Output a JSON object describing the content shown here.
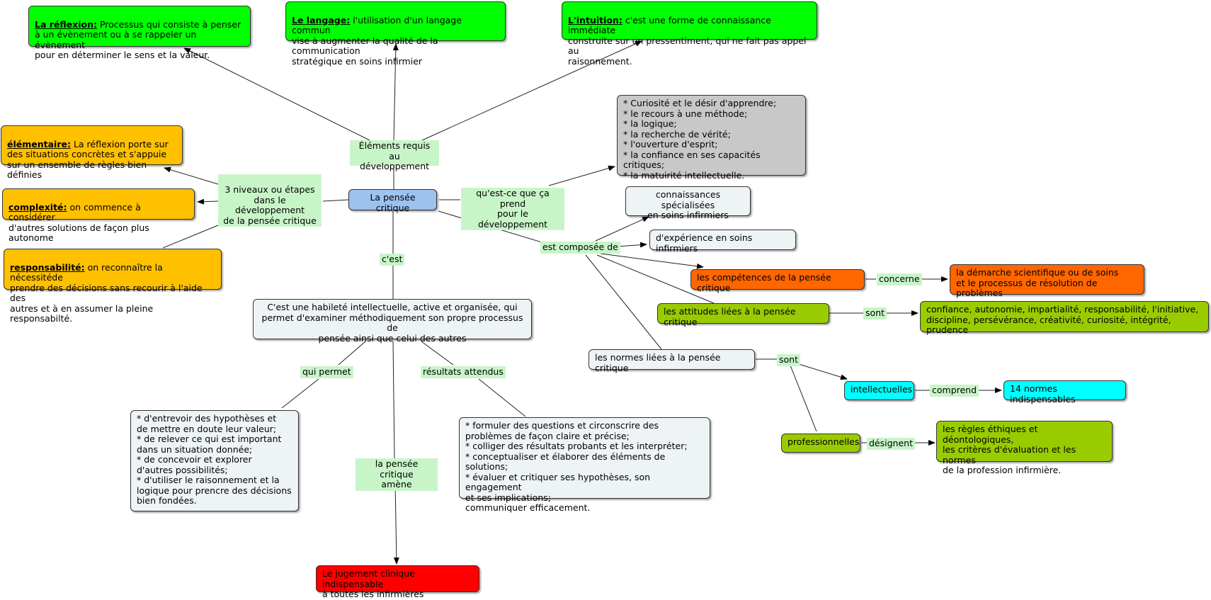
{
  "nodes": {
    "reflexion": {
      "head": "La réflexion:",
      "body": " Processus qui consiste à penser\nà un évènement ou à se rappeler un évènement\npour en déterminer le sens et la valeur."
    },
    "langage": {
      "head": "Le langage:",
      "body": " l'utilisation d'un langage commun\nvise à augmenter la qualité de la communication\nstratégique en soins infirmier"
    },
    "intuition": {
      "head": "L'intuition:",
      "body": " c'est une forme de connaissance immédiate\nconstruite sur un pressentiment, qui ne fait pas appel au\nraisonnement."
    },
    "elementaire": {
      "head": "élémentaire:",
      "body": " La réflexion porte sur\ndes situations concrètes et s'appuie\nsur un ensemble de règles bien définies"
    },
    "complexite": {
      "head": "complexité:",
      "body": " on commence à considérer\nd'autres solutions de façon plus autonome"
    },
    "responsabilite": {
      "head": "responsabilité:",
      "body": " on reconnaître la nécessitéde\n prendre des décisions sans recourir à l'aide des\nautres et à en assumer la pleine responsabilté."
    },
    "qualites": "*  Curiosité et le désir d'apprendre;\n*  le recours à une méthode;\n*  la logique;\n*  la recherche de vérité;\n*  l'ouverture d'esprit;\n*  la confiance en ses capacités critiques;\n*  la matuirité intellectuelle.",
    "pensee_critique": "La pensée critique",
    "connaissances": "connaissances spécialisées\nen soins infirmiers",
    "experience": "d'expérience en soins infirmiers",
    "competences": "les compétences de la pensée critique",
    "demarche": "la démarche scientifique ou de soins\net le processus de résolution de problèmes",
    "attitudes": "les attitudes liées à la pensée critique",
    "attitudes_liste": "confiance, autonomie, impartialité, responsabilité, l'initiative,\ndiscipline, persévérance, créativité, curiosité, intégrité, prudence",
    "normes": "les normes liées à la pensée critique",
    "intellectuelles": "intellectuelles",
    "quatorze": "14 normes indispensables",
    "professionnelles": "professionnelles",
    "regles": "les règles éthiques et déontologiques,\nles critères d'évaluation et les normes\nde la profession infirmière.",
    "definition": "C'est une habileté intellectuelle, active et organisée, qui\npermet d'examiner méthodiquement son propre processus de\npensée ainsi que celui des autres",
    "qui_permet_liste": "* d'entrevoir des hypothèses et\n   de mettre en doute leur valeur;\n* de relever ce qui est important\n   dans un situation donnée;\n* de concevoir et explorer\n   d'autres possibilités;\n* d'utiliser le raisonnement et la\n   logique pour prencre des décisions\n   bien fondées.",
    "resultats_liste": "*   formuler des questions et circonscrire des\n     problèmes de façon claire et précise;\n*   colliger des résultats probants et les interpréter;\n*   conceptualiser et élaborer des éléments de solutions;\n*   évaluer et critiquer ses hypothèses, son engagement\n     et ses implications;\n     communiquer efficacement.",
    "jugement": "Le jugement clinique indispensable\nà toutes les infirmières"
  },
  "labels": {
    "elements_requis": "Éléments requis au\ndéveloppement",
    "trois_niveaux": "3 niveaux ou étapes\ndans le développement\nde la pensée critique",
    "quest_ce": "qu'est-ce que ça prend\npour le développement",
    "cest": "c'est",
    "est_composee": "est composée de",
    "concerne": "concerne",
    "sont_attitudes": "sont",
    "sont_normes": "sont",
    "comprend": "comprend",
    "designent": "désignent",
    "qui_permet": "qui permet",
    "resultats": "résultats attendus",
    "amene": "la pensée critique\namène"
  },
  "colors": {
    "green": "#00ff00",
    "yellow": "#ffc000",
    "gray": "#c8c8c8",
    "light": "#eef3f6",
    "blue": "#9cc3f0",
    "orange": "#ff6600",
    "olive": "#99cc00",
    "cyan": "#00ffff",
    "red": "#ff0000",
    "label_bg": "#c8f5c8"
  }
}
